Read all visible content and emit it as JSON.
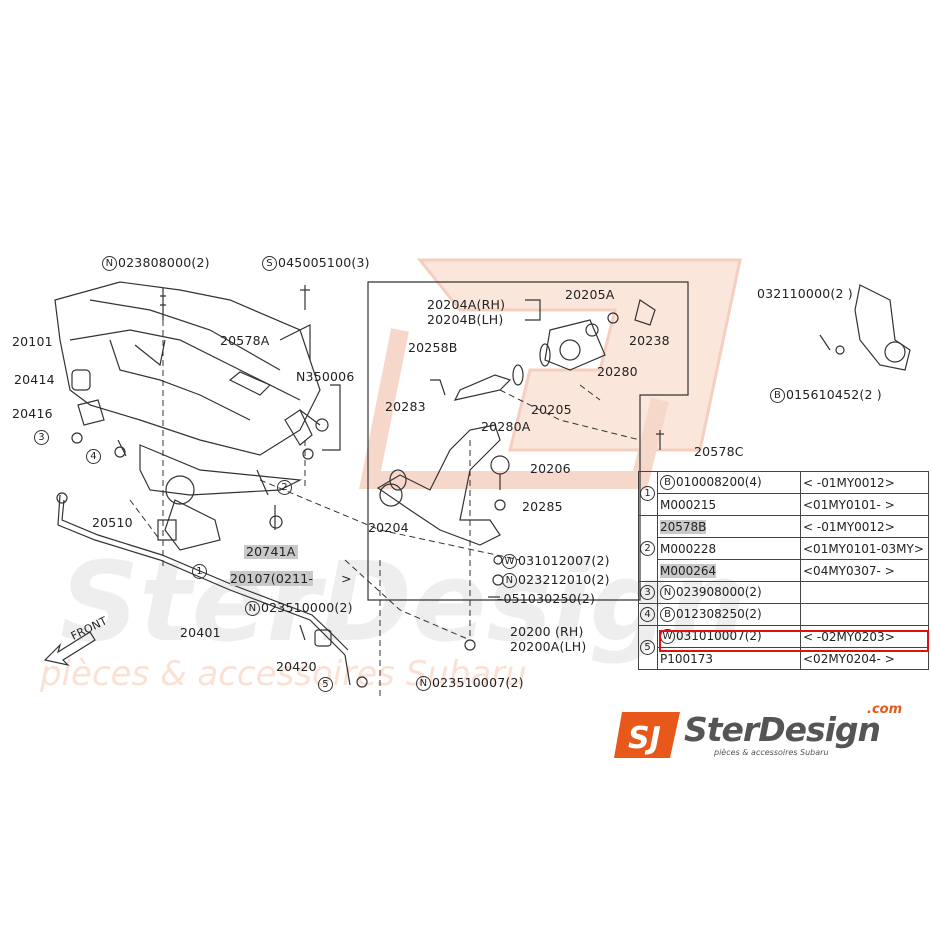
{
  "labels": {
    "l20101": "20101",
    "l20414": "20414",
    "l20416": "20416",
    "l3": "3",
    "l4": "4",
    "l20510": "20510",
    "l1": "1",
    "l20401": "20401",
    "front": "FRONT",
    "n023808000": "023808000(2)",
    "s045005100": "045005100(3)",
    "l20578A": "20578A",
    "n350006": "N350006",
    "l2": "2",
    "l20741A": "20741A",
    "l20107": "20107(0211-",
    "l20107b": ">",
    "n023510000": "023510000(2)",
    "l20420": "20420",
    "l5": "5",
    "l20204A": "20204A(RH)",
    "l20204B": "20204B(LH)",
    "l20205A": "20205A",
    "l20258B": "20258B",
    "l20238": "20238",
    "l20280": "20280",
    "l20283": "20283",
    "l20205": "20205",
    "l20280A": "20280A",
    "l20578C": "20578C",
    "l20206": "20206",
    "l20285": "20285",
    "l20204": "20204",
    "w031012007": "031012007(2)",
    "n023212010": "023212010(2)",
    "l051030250": "051030250(2)",
    "l20200": "20200 (RH)",
    "l20200A": "20200A(LH)",
    "n023510007": "023510007(2)",
    "l032110000": "032110000(2 )",
    "b015610452": "015610452(2 )"
  },
  "circle_letters": {
    "N": "N",
    "S": "S",
    "W": "W",
    "B": "B"
  },
  "table": [
    {
      "group": "1",
      "prefix": "B",
      "code": "010008200(4)",
      "range": "<      -01MY0012>",
      "hl": false
    },
    {
      "group": "",
      "prefix": "",
      "code": "M000215",
      "range": "<01MY0101-      >",
      "hl": false
    },
    {
      "group": "2",
      "prefix": "",
      "code": "20578B",
      "range": "<      -01MY0012>",
      "hl": true
    },
    {
      "group": "",
      "prefix": "",
      "code": "M000228",
      "range": "<01MY0101-03MY>",
      "hl": false
    },
    {
      "group": "",
      "prefix": "",
      "code": "M000264",
      "range": "<04MY0307-      >",
      "hl": true
    },
    {
      "group": "3",
      "prefix": "N",
      "code": "023908000(2)",
      "range": "",
      "hl": false
    },
    {
      "group": "4",
      "prefix": "B",
      "code": "012308250(2)",
      "range": "",
      "hl": false
    },
    {
      "group": "5",
      "prefix": "W",
      "code": "031010007(2)",
      "range": "<     -02MY0203>",
      "hl": false
    },
    {
      "group": "",
      "prefix": "",
      "code": "P100173",
      "range": "<02MY0204-      >",
      "hl": false
    }
  ],
  "logo": {
    "brand": "SterDesign",
    "domain": ".com",
    "tagline": "pièces & accessoires Subaru",
    "mark": "SJ"
  },
  "watermark": {
    "brand": "SterDesign",
    "tagline": "pièces & accessoires Subaru"
  },
  "colors": {
    "highlight_box": "#e01010",
    "logo_orange": "#e8581a",
    "watermark": "#f4cfc0",
    "shade": "#c9c9c9"
  }
}
